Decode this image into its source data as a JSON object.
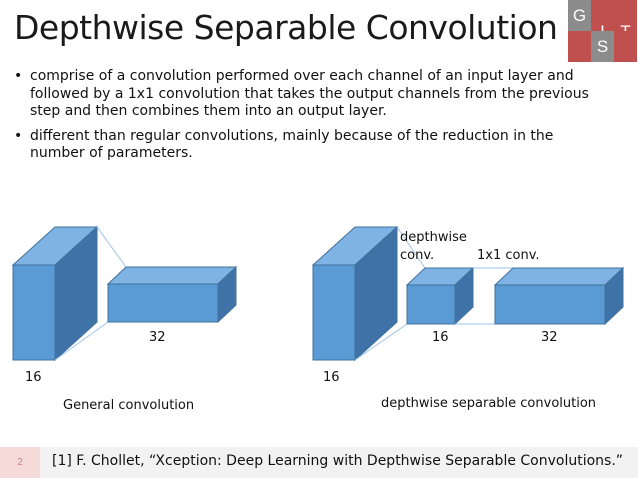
{
  "slide": {
    "title": "Depthwise Separable Convolution",
    "bullets": [
      "comprise of a convolution performed over each channel of an input layer and followed by a 1x1 convolution that takes the output channels from the previous step and then combines them into an output layer.",
      "different than regular convolutions, mainly because of the reduction in the number of parameters."
    ],
    "bullet_marker": "•"
  },
  "logo": {
    "letters": [
      "G",
      "I",
      "S",
      "T"
    ]
  },
  "diagram": {
    "left": {
      "depth_label": "16",
      "output_label": "32",
      "caption": "General convolution"
    },
    "right": {
      "depth_label": "16",
      "depthwise_label_line1": "depthwise",
      "depthwise_label_line2": "conv.",
      "pointwise_label": "1x1 conv.",
      "depthwise_output_label": "16",
      "pointwise_output_label": "32",
      "caption": "depthwise separable convolution"
    }
  },
  "footer": {
    "page_number": "2",
    "citation": "[1]   F. Chollet, “Xception: Deep Learning with Depthwise Separable Convolutions.”"
  },
  "colors": {
    "box_front": "#5b9bd5",
    "box_top": "#7fb3e3",
    "box_side": "#3f73a8",
    "box_edge": "#41719c",
    "logo_red": "#c0504d",
    "logo_gray": "#8c8c8c"
  }
}
